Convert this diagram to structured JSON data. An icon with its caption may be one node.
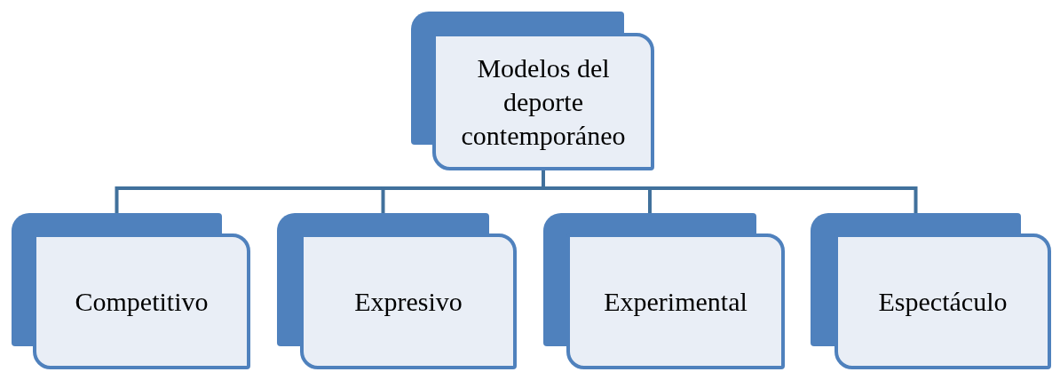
{
  "diagram": {
    "nodes": [
      {
        "text": [
          "Modelos del deporte contemporáneo"
        ]
      },
      {
        "text": [
          "Competitivo"
        ]
      },
      {
        "text": [
          "Expresivo"
        ]
      },
      {
        "text": [
          "Experimental"
        ]
      },
      {
        "text": [
          "Espectáculo"
        ]
      }
    ],
    "edges": [
      {
        "from": 0,
        "to": 1,
        "arrow": "none"
      },
      {
        "from": 0,
        "to": 2,
        "arrow": "none"
      },
      {
        "from": 0,
        "to": 3,
        "arrow": "none"
      },
      {
        "from": 0,
        "to": 4,
        "arrow": "none"
      }
    ]
  }
}
